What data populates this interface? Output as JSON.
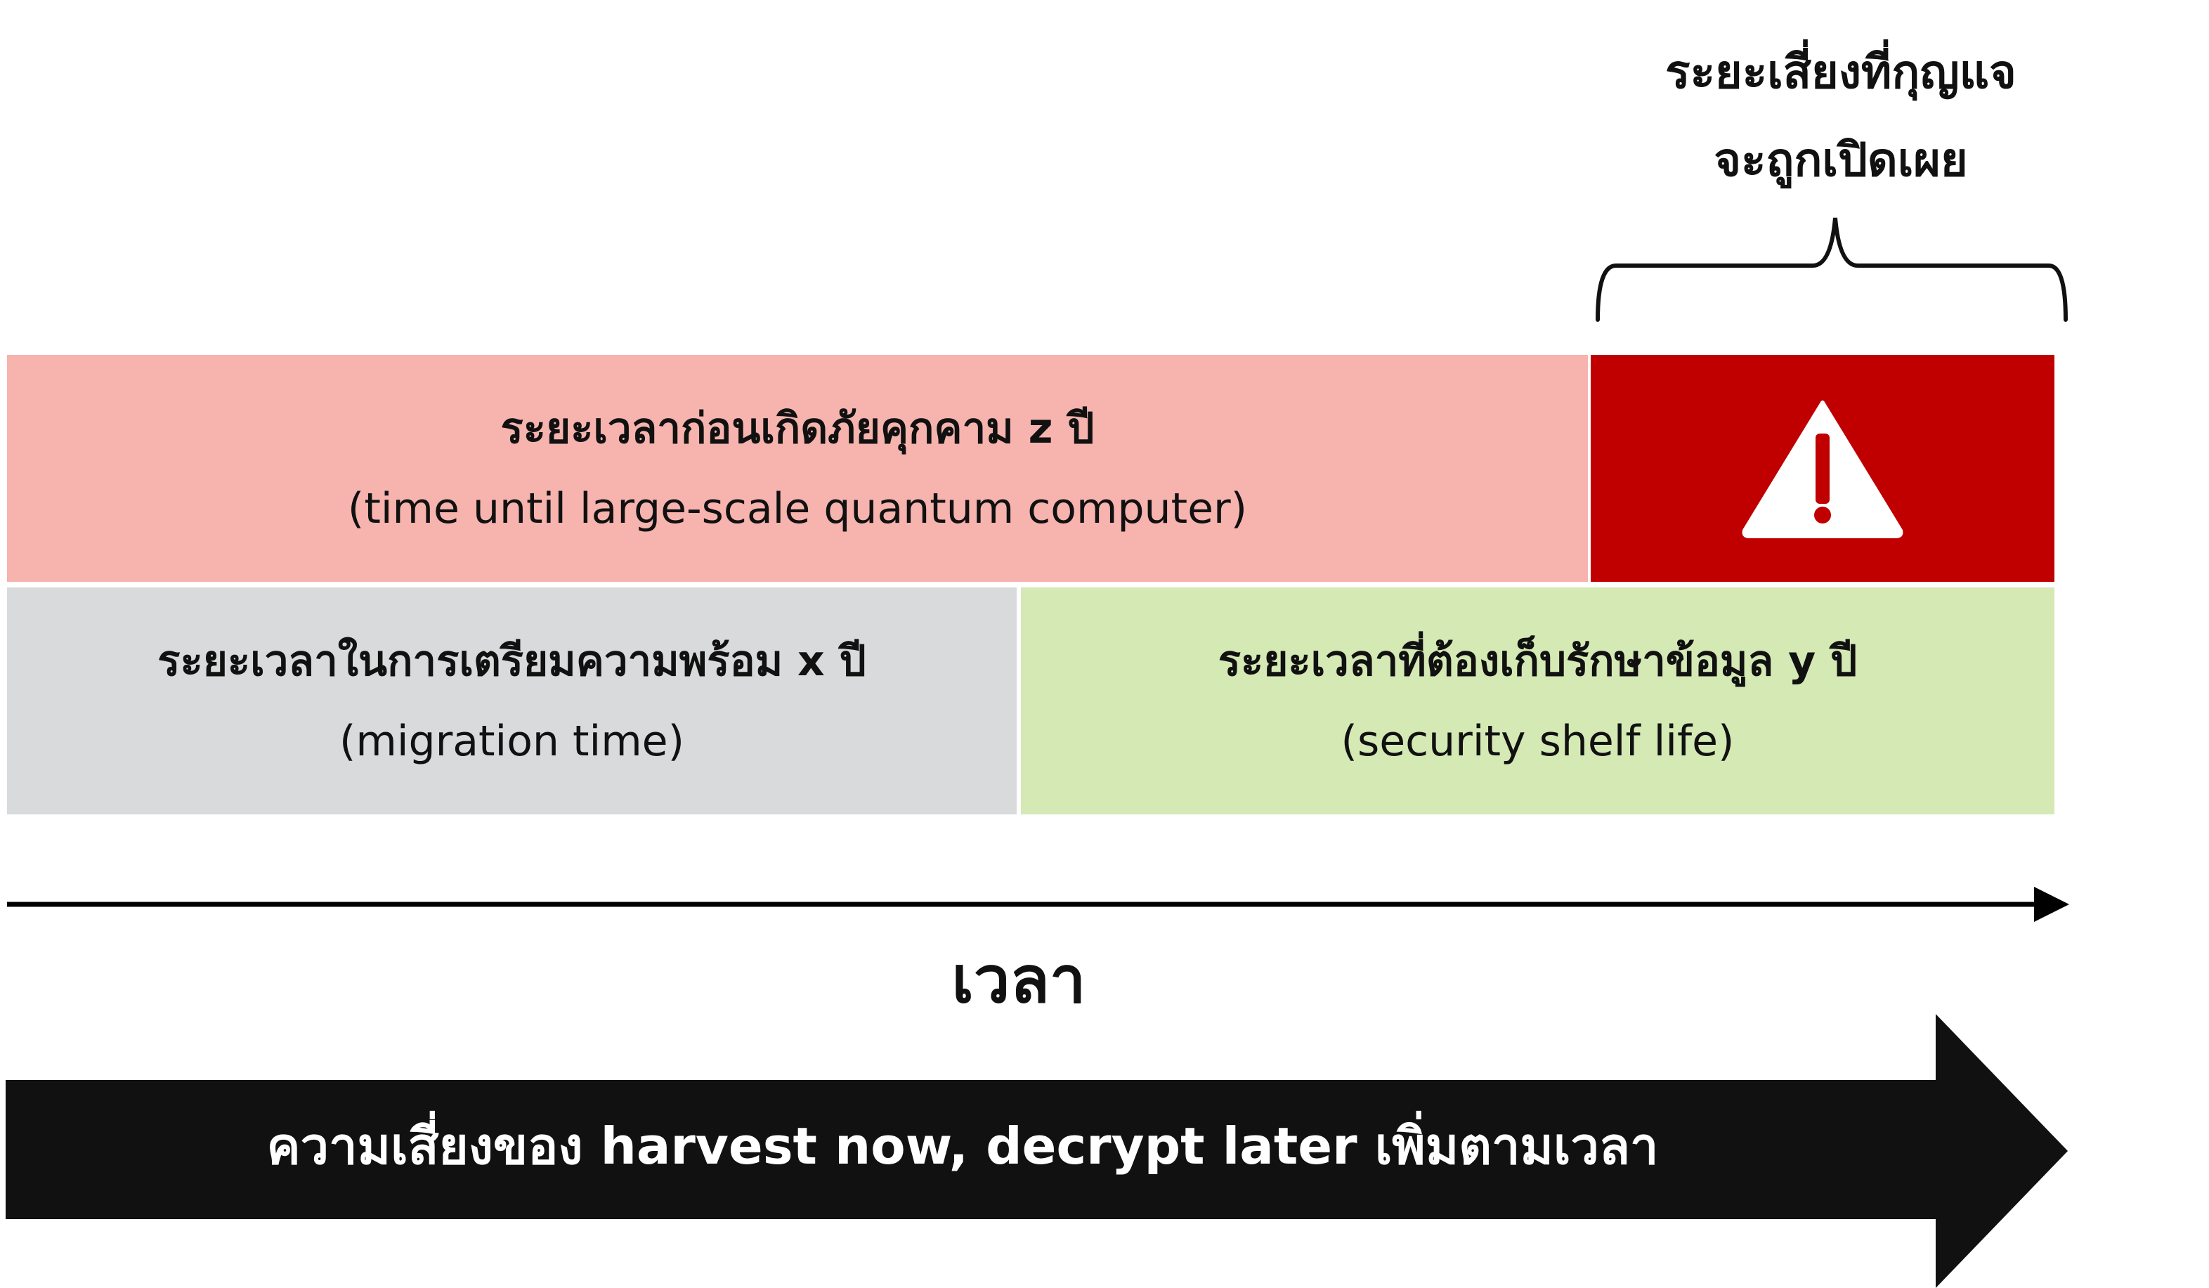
{
  "risk_window": {
    "line1": "ระยะเสี่ยงที่กุญแจ",
    "line2": "จะถูกเปิดเผย"
  },
  "threat_period": {
    "thai": "ระยะเวลาก่อนเกิดภัยคุกคาม z ปี",
    "english": "(time until large-scale quantum computer)"
  },
  "danger_zone": {
    "icon": "warning-triangle-icon",
    "color": "#c00000"
  },
  "migration_period": {
    "thai": "ระยะเวลาในการเตรียมความพร้อม x ปี",
    "english": "(migration time)"
  },
  "shelf_life_period": {
    "thai": "ระยะเวลาที่ต้องเก็บรักษาข้อมูล y ปี",
    "english": "(security shelf life)"
  },
  "time_axis": {
    "label": "เวลา"
  },
  "risk_arrow": {
    "text": "ความเสี่ยงของ harvest now, decrypt later เพิ่มตามเวลา"
  }
}
